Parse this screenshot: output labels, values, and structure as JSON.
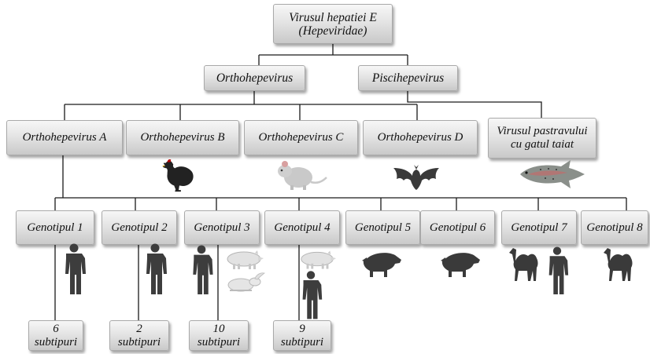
{
  "root": {
    "line1": "Virusul hepatiei E",
    "line2": "(Hepeviridae)"
  },
  "genera": [
    "Orthohepevirus",
    "Piscihepevirus"
  ],
  "species": [
    {
      "line1": "Orthohepevirus A"
    },
    {
      "line1": "Orthohepevirus B",
      "host_icon": "chicken-icon"
    },
    {
      "line1": "Orthohepevirus C",
      "host_icon": "rat-icon"
    },
    {
      "line1": "Orthohepevirus D",
      "host_icon": "bat-icon"
    },
    {
      "line1": "Virusul pastravului",
      "line2": "cu gatul taiat",
      "host_icon": "trout-icon"
    }
  ],
  "genotypes": [
    {
      "label": "Genotipul 1",
      "hosts": [
        "human-icon"
      ],
      "subtypes": {
        "count": "6",
        "unit": "subtipuri"
      }
    },
    {
      "label": "Genotipul 2",
      "hosts": [
        "human-icon"
      ],
      "subtypes": {
        "count": "2",
        "unit": "subtipuri"
      }
    },
    {
      "label": "Genotipul 3",
      "hosts": [
        "human-icon",
        "pig-icon",
        "rabbit-icon"
      ],
      "subtypes": {
        "count": "10",
        "unit": "subtipuri"
      }
    },
    {
      "label": "Genotipul 4",
      "hosts": [
        "pig-icon",
        "human-icon"
      ],
      "subtypes": {
        "count": "9",
        "unit": "subtipuri"
      }
    },
    {
      "label": "Genotipul 5",
      "hosts": [
        "wild-boar-icon"
      ]
    },
    {
      "label": "Genotipul 6",
      "hosts": [
        "wild-boar-icon"
      ]
    },
    {
      "label": "Genotipul 7",
      "hosts": [
        "camel-icon",
        "human-icon"
      ]
    },
    {
      "label": "Genotipul 8",
      "hosts": [
        "camel-icon"
      ]
    }
  ],
  "colors": {
    "line": "#1a1a1a",
    "box_top": "#f7f7f7",
    "box_bottom": "#c9c9c9",
    "silhouette": "#3d3d3d"
  }
}
